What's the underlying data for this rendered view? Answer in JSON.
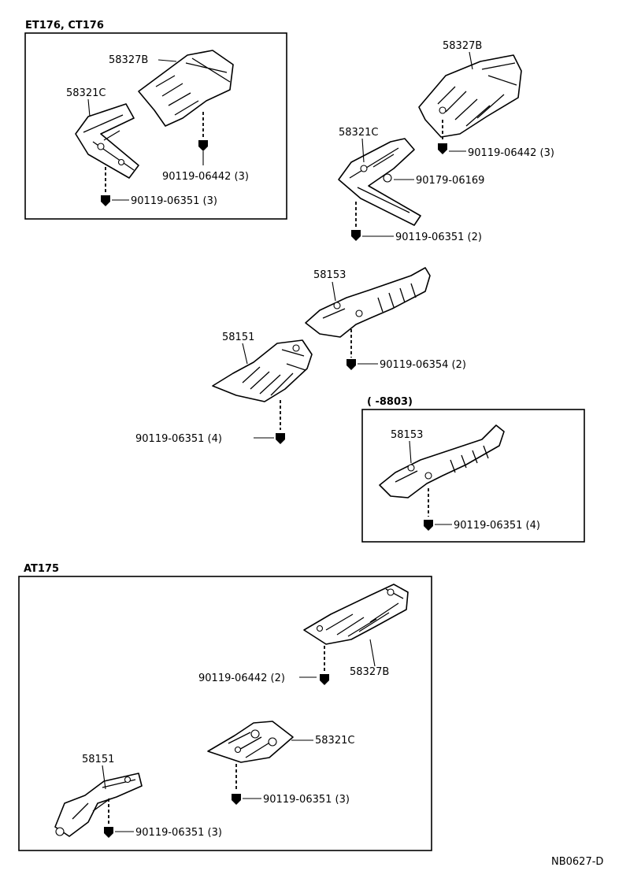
{
  "diagram": {
    "group_titles": {
      "et176_ct176": "ET176, CT176",
      "to_8803": "(        -8803)",
      "at175": "AT175"
    },
    "reference_code": "NB0627-D",
    "labels": {
      "g1_58327b": "58327B",
      "g1_58321c": "58321C",
      "g1_bolt_06442": "90119-06442 (3)",
      "g1_bolt_06351": "90119-06351 (3)",
      "g2_58327b": "58327B",
      "g2_bolt_06442": "90119-06442 (3)",
      "g2_58321c": "58321C",
      "g2_bolt_06169": "90179-06169",
      "g2_bolt_06351": "90119-06351 (2)",
      "g3_58153": "58153",
      "g3_bolt_06354": "90119-06354 (2)",
      "g3_58151": "58151",
      "g3_bolt_06351": "90119-06351 (4)",
      "g4_58153": "58153",
      "g4_bolt_06351": "90119-06351 (4)",
      "g5_bolt_06442": "90119-06442 (2)",
      "g5_58327b": "58327B",
      "g5_58321c": "58321C",
      "g5_58151": "58151",
      "g5_bolt_06351_a": "90119-06351 (3)",
      "g5_bolt_06351_b": "90119-06351 (3)"
    }
  }
}
